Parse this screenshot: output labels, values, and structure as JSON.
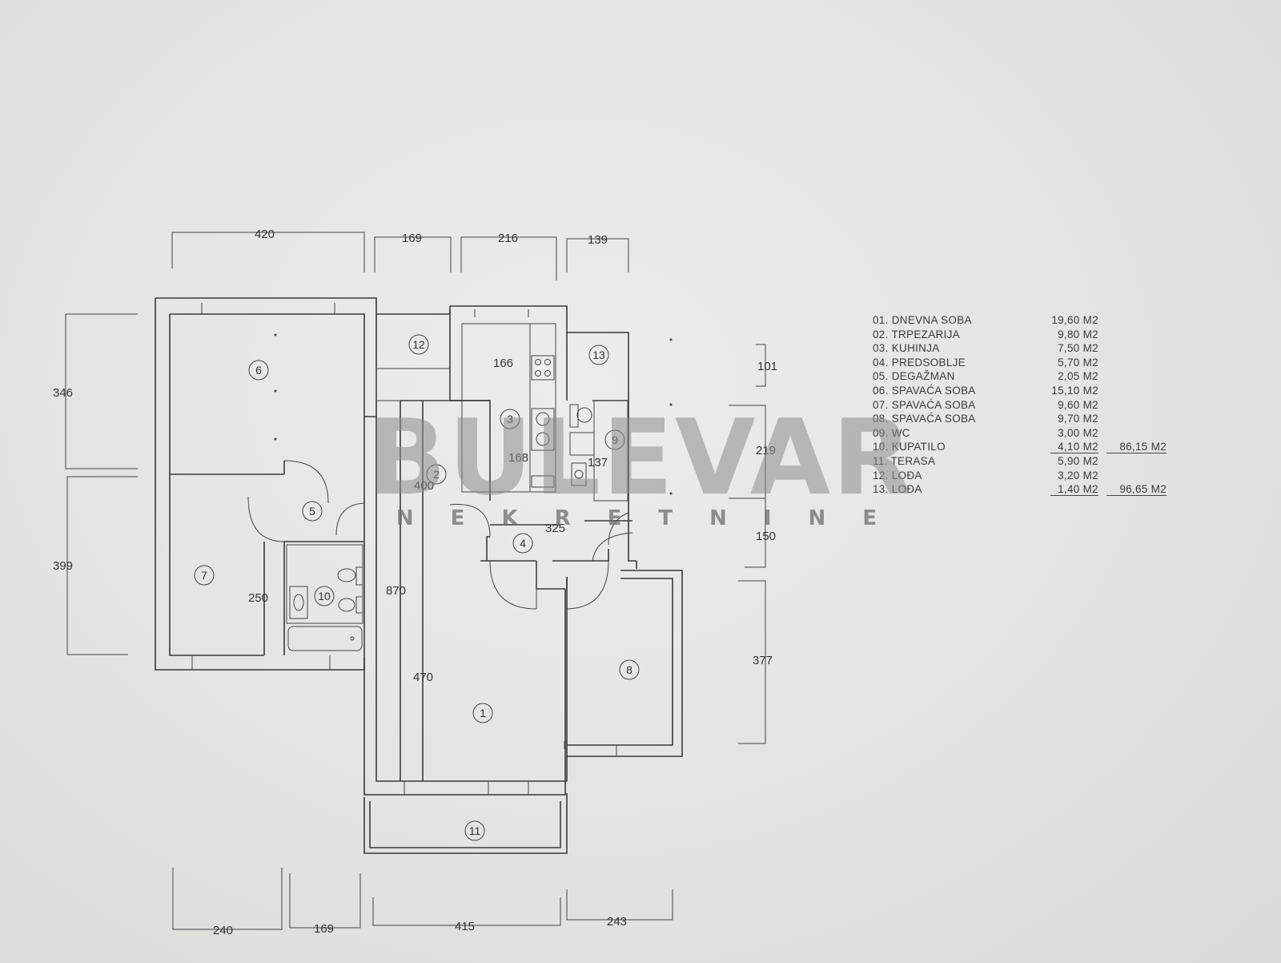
{
  "dimensions": {
    "top": [
      "420",
      "169",
      "216",
      "139"
    ],
    "bottom": [
      "240",
      "169",
      "415",
      "243"
    ],
    "left": [
      "346",
      "399"
    ],
    "right": [
      "101",
      "219",
      "150",
      "377"
    ],
    "interior": [
      "166",
      "168",
      "137",
      "400",
      "325",
      "870",
      "250",
      "470"
    ]
  },
  "room_numbers": [
    "1",
    "2",
    "3",
    "4",
    "5",
    "6",
    "7",
    "8",
    "9",
    "10",
    "11",
    "12",
    "13"
  ],
  "legend": [
    {
      "name": "01. DNEVNA SOBA",
      "area": "19,60 M2",
      "sum": ""
    },
    {
      "name": "02. TRPEZARIJA",
      "area": "9,80 M2",
      "sum": ""
    },
    {
      "name": "03. KUHINJA",
      "area": "7,50 M2",
      "sum": ""
    },
    {
      "name": "04. PREDSOBLJE",
      "area": "5,70 M2",
      "sum": ""
    },
    {
      "name": "05. DEGAŽMAN",
      "area": "2,05 M2",
      "sum": ""
    },
    {
      "name": "06. SPAVAĆA SOBA",
      "area": "15,10 M2",
      "sum": ""
    },
    {
      "name": "07. SPAVAĆA SOBA",
      "area": "9,60 M2",
      "sum": ""
    },
    {
      "name": "08. SPAVAĆA SOBA",
      "area": "9,70 M2",
      "sum": ""
    },
    {
      "name": "09. WC",
      "area": "3,00 M2",
      "sum": ""
    },
    {
      "name": "10. KUPATILO",
      "area": "4,10 M2",
      "sum": "86,15 M2"
    },
    {
      "name": "11. TERASA",
      "area": "5,90 M2",
      "sum": ""
    },
    {
      "name": "12. LOĐA",
      "area": "3,20 M2",
      "sum": ""
    },
    {
      "name": "13. LOĐA",
      "area": "1,40 M2",
      "sum": "96,65 M2"
    }
  ],
  "watermark": {
    "main": "BULEVAR",
    "sub": "NEKRETNINE"
  }
}
